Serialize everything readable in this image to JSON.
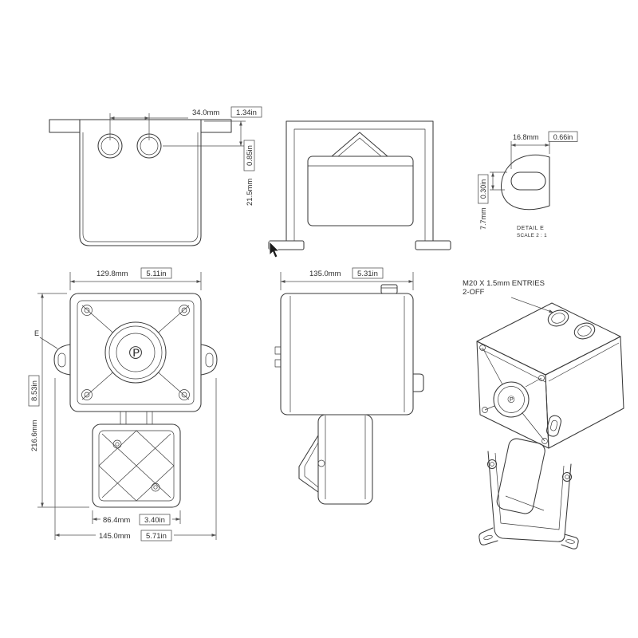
{
  "colors": {
    "ink": "#3a3a3a",
    "dim": "#4f4f4f",
    "text": "#2e2e2e",
    "background": "#ffffff"
  },
  "icons": {
    "lens_logo": "℗",
    "cursor": "arrow-pointer"
  },
  "views": {
    "top": {
      "dims": {
        "entry_spacing_mm": "34.0mm",
        "entry_spacing_in": "1.34in",
        "entry_offset_mm": "21.5mm",
        "entry_offset_in": "0.85in"
      }
    },
    "detail_e": {
      "title": "DETAIL E",
      "scale": "SCALE 2 : 1",
      "dims": {
        "tab_width_mm": "16.8mm",
        "tab_width_in": "0.66in",
        "slot_width_mm": "7.7mm",
        "slot_width_in": "0.30in"
      }
    },
    "front": {
      "detail_ref": "E",
      "dims": {
        "body_width_mm": "129.8mm",
        "body_width_in": "5.11in",
        "overall_height_mm": "216.6mm",
        "overall_height_in": "8.53in",
        "horn_width_mm": "86.4mm",
        "horn_width_in": "3.40in",
        "overall_width_mm": "145.0mm",
        "overall_width_in": "5.71in"
      }
    },
    "side": {
      "dims": {
        "depth_mm": "135.0mm",
        "depth_in": "5.31in"
      }
    },
    "isometric": {
      "note_line1": "M20 X 1.5mm ENTRIES",
      "note_line2": "2-OFF"
    }
  }
}
